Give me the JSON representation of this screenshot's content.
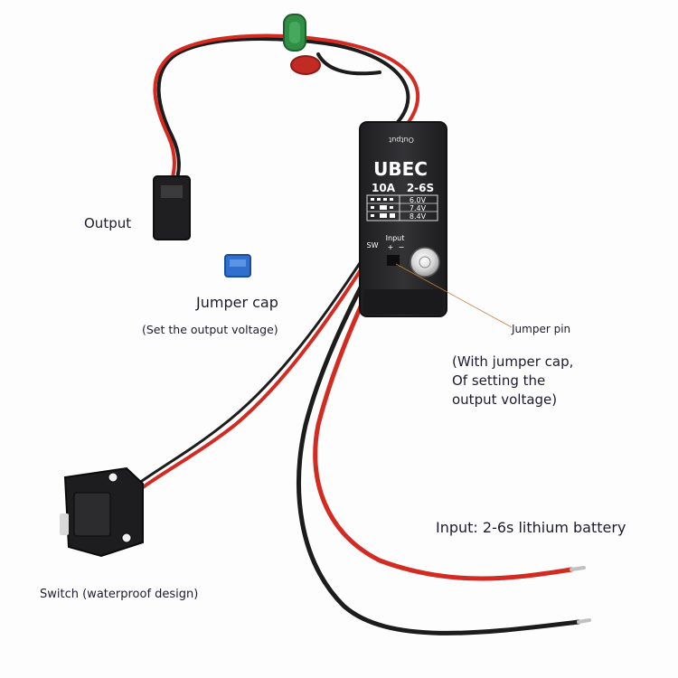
{
  "device": {
    "top_label": "Output",
    "brand": "UBEC",
    "rating": "10A",
    "cells": "2-6S",
    "voltages": [
      "6.0V",
      "7.4V",
      "8.4V"
    ],
    "port_sw": "SW",
    "port_input": "Input",
    "port_plus": "+",
    "port_minus": "−"
  },
  "callouts": {
    "output": "Output",
    "jumper_cap": "Jumper cap",
    "jumper_cap_note": "(Set the output voltage)",
    "jumper_pin": "Jumper pin",
    "jumper_note": [
      "(With jumper cap,",
      "Of setting the",
      "output voltage)"
    ],
    "input": "Input: 2-6s lithium battery",
    "switch": "Switch (waterproof design)"
  },
  "colors": {
    "wire_red": "#d32a22",
    "wire_black": "#1c1c1c",
    "body": "#2a2a2c",
    "jumper_blue": "#2f6fd0",
    "ferrite_green": "#2f8f45",
    "leader": "#c8803c"
  }
}
